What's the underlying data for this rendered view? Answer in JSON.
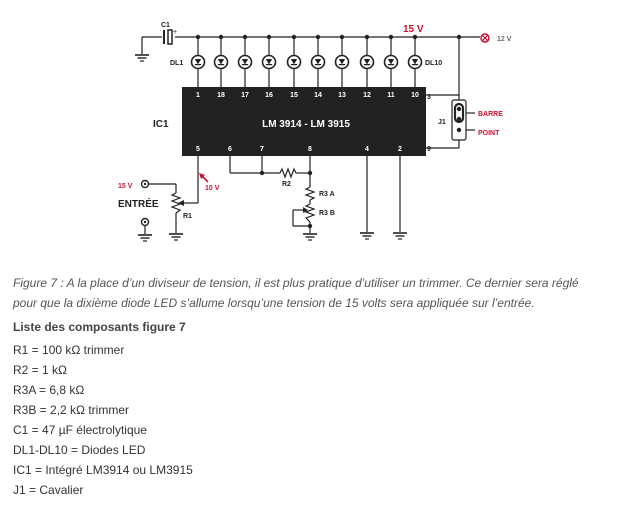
{
  "diagram": {
    "c1_label": "C1",
    "c1_plus": "+",
    "supply_label": "15 V",
    "supply_out_label": "12 V",
    "dl1_label": "DL1",
    "dl10_label": "DL10",
    "ic_label": "IC1",
    "ic_name": "LM 3914 - LM 3915",
    "pins_top": [
      "1",
      "18",
      "17",
      "16",
      "15",
      "14",
      "13",
      "12",
      "11",
      "10"
    ],
    "pin3": "3",
    "pin9": "9",
    "pins_bottom": [
      "5",
      "6",
      "7",
      "8",
      "4",
      "2"
    ],
    "j1_label": "J1",
    "barre_label": "BARRE",
    "point_label": "POINT",
    "input_voltage_label": "15 V",
    "input_label": "ENTRÉE",
    "wiper_voltage_label": "10 V",
    "r1_label": "R1",
    "r2_label": "R2",
    "r3a_label": "R3 A",
    "r3b_label": "R3 B"
  },
  "caption": "Figure 7 : A la place d’un diviseur de tension, il est plus pratique d’utiliser un trimmer. Ce dernier sera réglé pour que la dixième diode LED s’allume lorsqu’une tension de 15 volts sera appliquée sur l’entrée.",
  "components": {
    "title": "Liste des composants figure 7",
    "items": [
      "R1 = 100 kΩ trimmer",
      "R2 = 1 kΩ",
      "R3A = 6,8 kΩ",
      "R3B = 2,2 kΩ trimmer",
      "C1 = 47 µF électrolytique",
      "DL1-DL10 = Diodes LED",
      "IC1 = Intégré LM3914 ou LM3915",
      "J1 = Cavalier"
    ]
  },
  "colors": {
    "accent_red": "#c8102e",
    "ink": "#222222"
  }
}
